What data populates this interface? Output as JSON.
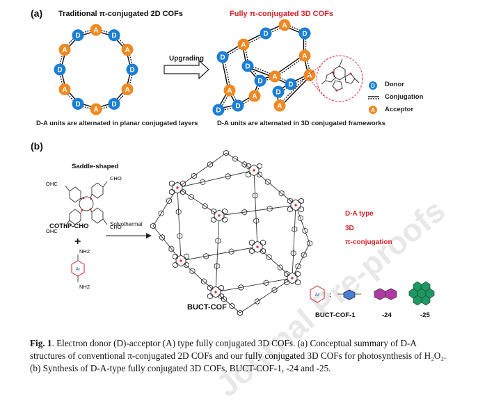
{
  "panel_a": {
    "label": "(a)",
    "left_title": "Traditional π-conjugated 2D COFs",
    "right_title": "Fully π-conjugated 3D COFs",
    "arrow_label": "Upgrading",
    "left_caption": "D-A units are alternated in planar conjugated layers",
    "right_caption": "D-A units are alternated in 3D conjugated frameworks",
    "node_donor": "D",
    "node_acceptor": "A",
    "legend": [
      {
        "symbol": "D",
        "label": "Donor"
      },
      {
        "symbol": "",
        "label": "Conjugation"
      },
      {
        "symbol": "A",
        "label": "Acceptor"
      }
    ],
    "colors": {
      "donor": "#1a7fd4",
      "acceptor": "#ef8a22",
      "title_red": "#d6222b"
    }
  },
  "panel_b": {
    "label": "(b)",
    "saddle_label": "Saddle-shaped",
    "monomer_name": "COThP-CHO",
    "plus": "+",
    "reaction_label": "Solvothermal",
    "cho": "CHO",
    "ohc": "OHC",
    "nh2": "NH2",
    "ar": "Ar",
    "framework_name": "BUCT-COF",
    "properties": [
      "D-A type",
      "3D",
      "π-conjugation"
    ],
    "ar_equals": ":",
    "variants": [
      "BUCT-COF-1",
      "-24",
      "-25"
    ]
  },
  "caption": {
    "line1_bold": "Fig. 1",
    "line1_rest": ". Electron donor (D)-acceptor (A) type fully conjugated 3D COFs. (a) Conceptual summary of D-A",
    "line2": "structures of conventional π-conjugated 2D COFs and our fully conjugated 3D COFs for photosynthesis of H₂O₂.",
    "line3": "(b) Synthesis of D-A-type fully conjugated 3D COFs, BUCT-COF-1, -24 and -25."
  },
  "watermark": "Journal Pre-proofs"
}
